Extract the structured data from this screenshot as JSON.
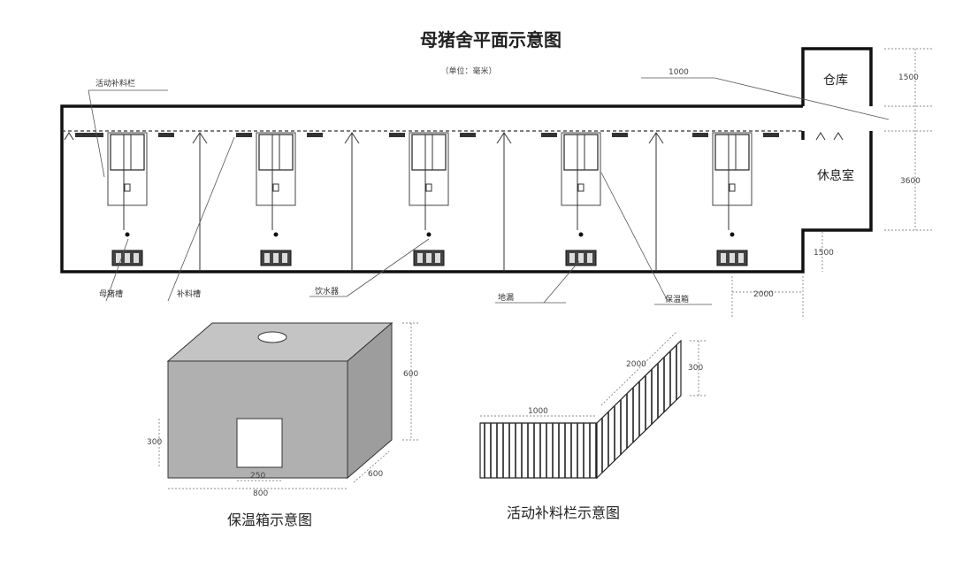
{
  "title": "母猪舍平面示意图",
  "subtitle": "（单位：毫米）",
  "rooms": {
    "warehouse": "仓库",
    "lounge": "休息室"
  },
  "dimensions": {
    "corridor_length": "1000",
    "warehouse_height": "1500",
    "lounge_height": "3600",
    "lower_offset": "1500",
    "lower_width": "2000",
    "box_height": "600",
    "box_door_height": "300",
    "box_door_width": "250",
    "box_width": "800",
    "box_depth": "600",
    "fence_length": "1000",
    "fence_side_length": "2000",
    "fence_height": "300"
  },
  "labels": {
    "movable_fence": "活动补料栏",
    "sow_trough": "母猪槽",
    "feed_trough": "补料槽",
    "drinker": "饮水器",
    "floor_drain": "地漏",
    "heat_box": "保温箱"
  },
  "captions": {
    "heat_box": "保温箱示意图",
    "movable_fence": "活动补料栏示意图"
  }
}
